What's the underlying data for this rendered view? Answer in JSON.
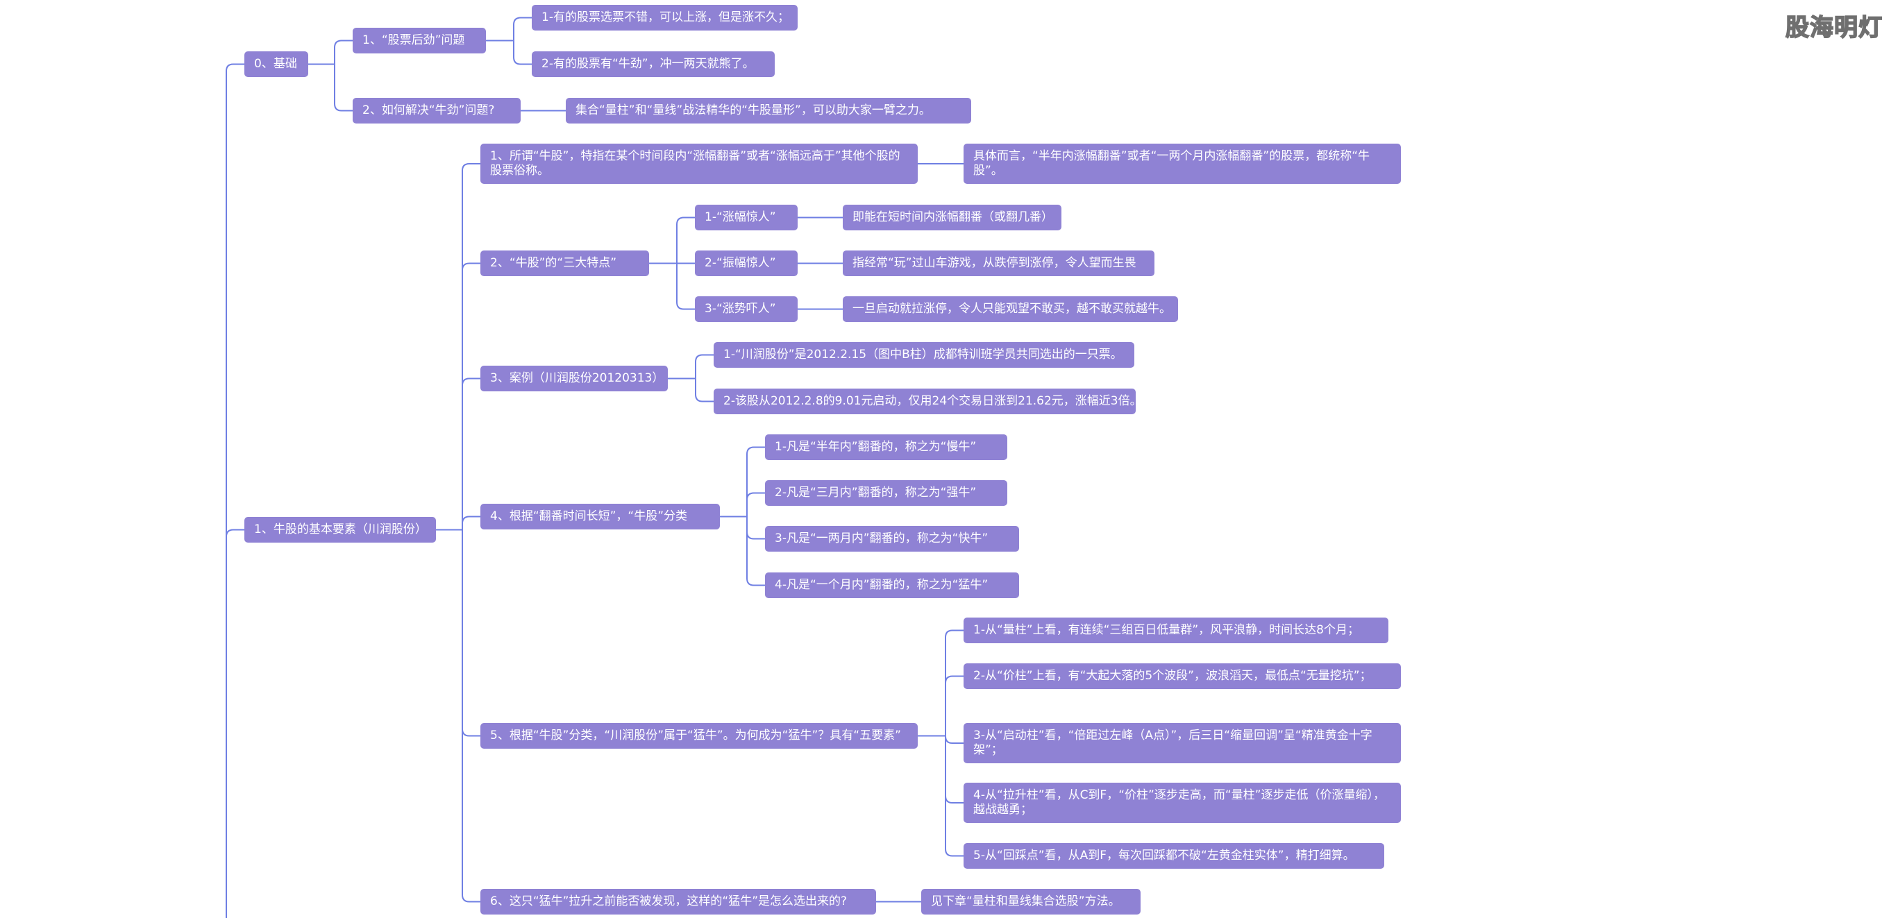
{
  "watermark": "股海明灯",
  "colors": {
    "node": "#8f82d4",
    "line": "#6f7fe3"
  },
  "nodes": {
    "n0": "0、基础",
    "n0_1": "1、“股票后劲”问题",
    "n0_1_1": "1-有的股票选票不错，可以上涨，但是涨不久；",
    "n0_1_2": "2-有的股票有“牛劲”，冲一两天就熊了。",
    "n0_2": "2、如何解决“牛劲”问题?",
    "n0_2_1": "集合“量柱”和“量线”战法精华的“牛股量形”，可以助大家一臂之力。",
    "n1": "1、牛股的基本要素（川润股份）",
    "n1_1": "1、所谓“牛股”，特指在某个时间段内“涨幅翻番”或者“涨幅远高于”其他个股的股票俗称。",
    "n1_1_1": "具体而言，“半年内涨幅翻番”或者“一两个月内涨幅翻番”的股票，都统称“牛股”。",
    "n1_2": "2、“牛股”的“三大特点”",
    "n1_2_1": "1-“涨幅惊人”",
    "n1_2_1a": "即能在短时间内涨幅翻番（或翻几番）",
    "n1_2_2": "2-“振幅惊人”",
    "n1_2_2a": "指经常“玩”过山车游戏，从跌停到涨停，令人望而生畏",
    "n1_2_3": "3-“涨势吓人”",
    "n1_2_3a": "一旦启动就拉涨停，令人只能观望不敢买，越不敢买就越牛。",
    "n1_3": "3、案例（川润股份20120313）",
    "n1_3_1": "1-“川润股份”是2012.2.15（图中B柱）成都特训班学员共同选出的一只票。",
    "n1_3_2": "2-该股从2012.2.8的9.01元启动，仅用24个交易日涨到21.62元，涨幅近3倍。",
    "n1_4": "4、根据“翻番时间长短”，“牛股”分类",
    "n1_4_1": "1-凡是“半年内”翻番的，称之为“慢牛”",
    "n1_4_2": "2-凡是“三月内”翻番的，称之为“强牛”",
    "n1_4_3": "3-凡是“一两月内”翻番的，称之为“快牛”",
    "n1_4_4": "4-凡是“一个月内”翻番的，称之为“猛牛”",
    "n1_5": "5、根据“牛股”分类，“川润股份”属于“猛牛”。为何成为“猛牛”？具有“五要素”",
    "n1_5_1": "1-从“量柱”上看，有连续“三组百日低量群”，风平浪静，时间长达8个月；",
    "n1_5_2": "2-从“价柱”上看，有“大起大落的5个波段”，波浪滔天，最低点“无量挖坑”；",
    "n1_5_3": "3-从“启动柱”看，“倍距过左峰（A点）”，后三日“缩量回调”呈“精准黄金十字架”；",
    "n1_5_4": "4-从“拉升柱”看，从C到F，“价柱”逐步走高，而“量柱”逐步走低（价涨量缩），越战越勇；",
    "n1_5_5": "5-从“回踩点”看，从A到F，每次回踩都不破“左黄金柱实体”，精打细算。",
    "n1_6": "6、这只“猛牛”拉升之前能否被发现，这样的“猛牛”是怎么选出来的?",
    "n1_6_1": "见下章“量柱和量线集合选股”方法。"
  }
}
